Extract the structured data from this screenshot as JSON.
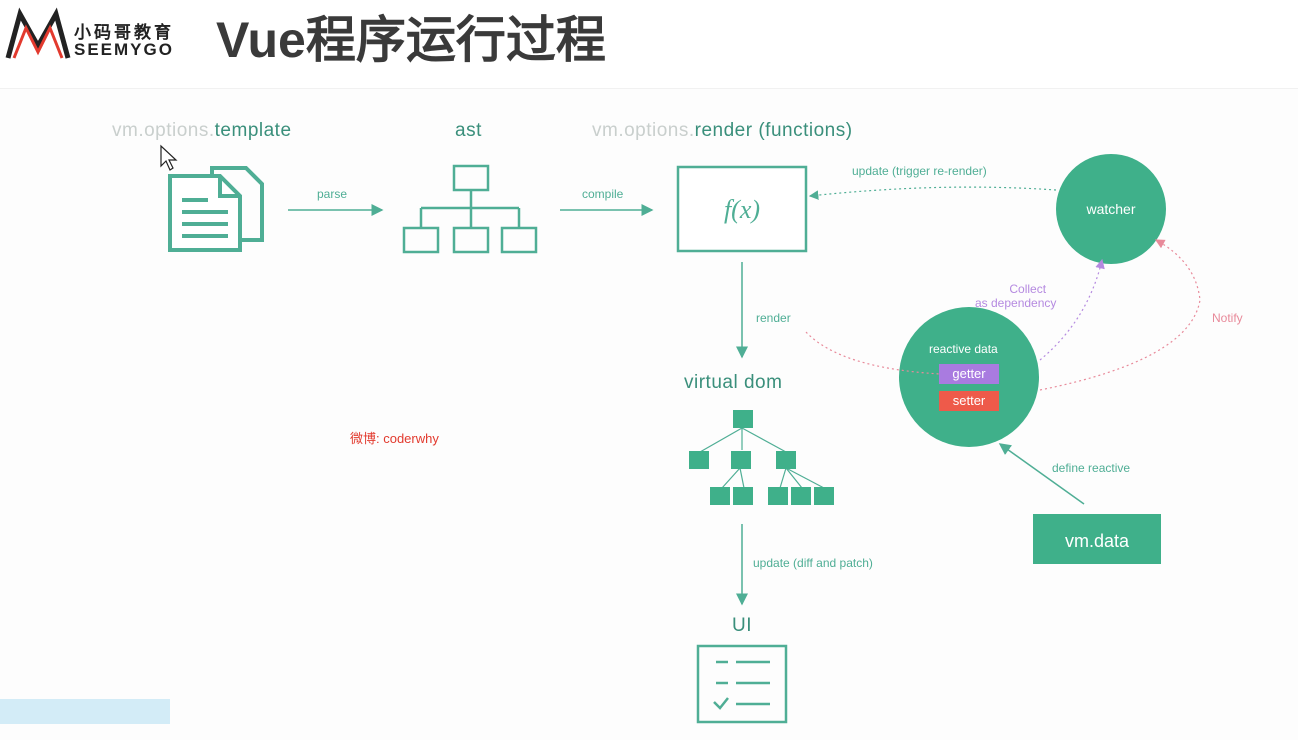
{
  "header": {
    "brand_cn": "小码哥教育",
    "brand_en": "SEEMYGO",
    "title": "Vue程序运行过程"
  },
  "diagram": {
    "template_prefix": "vm.options.",
    "template_label": "template",
    "ast_label": "ast",
    "render_prefix": "vm.options.",
    "render_label": "render (functions)",
    "fx_label": "f(x)",
    "parse_label": "parse",
    "compile_label": "compile",
    "update_trigger_label": "update (trigger re-render)",
    "watcher_label": "watcher",
    "collect_line1": "Collect",
    "collect_line2": "as dependency",
    "notify_label": "Notify",
    "render_edge_label": "render",
    "reactive_data_label": "reactive data",
    "getter_label": "getter",
    "setter_label": "setter",
    "virtual_dom_label": "virtual dom",
    "define_reactive_label": "define reactive",
    "vm_data_label": "vm.data",
    "update_diff_label": "update (diff and patch)",
    "ui_label": "UI",
    "weibo_label": "微博: coderwhy"
  },
  "colors": {
    "accent": "#4fae95",
    "watcher_fill": "#3fb08a",
    "getter": "#a97be0",
    "setter": "#ee5a4a",
    "notify": "#e88a9a",
    "collect": "#b58ae0"
  }
}
